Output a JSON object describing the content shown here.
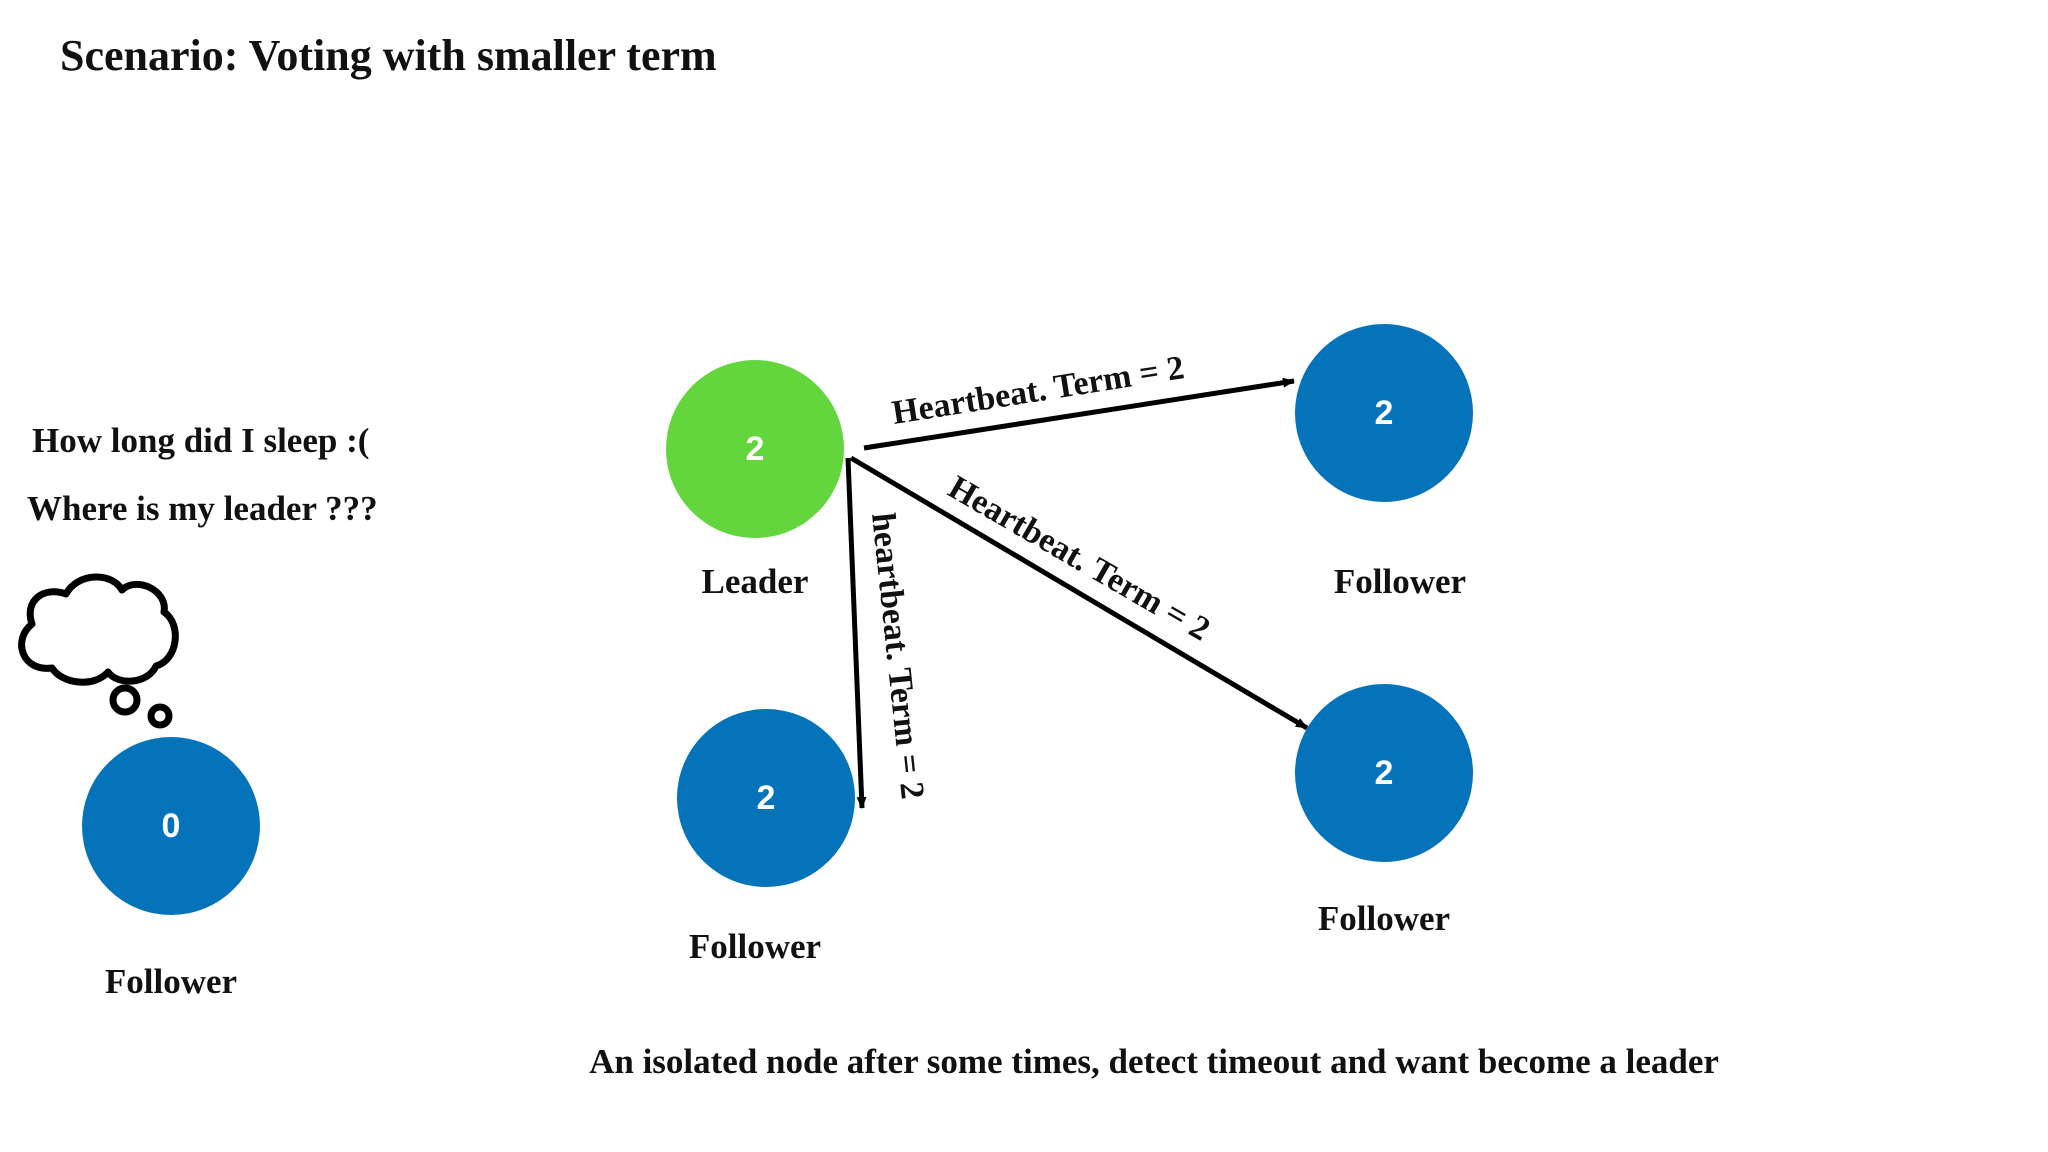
{
  "title": "Scenario: Voting with smaller term",
  "thought": {
    "line1": "How long did I sleep :(",
    "line2": "Where is my leader ???",
    "icon": "thought-bubble-icon"
  },
  "colors": {
    "leader": "#62d63c",
    "follower": "#0473b9",
    "text": "#111111",
    "arrow": "#000000"
  },
  "nodes": {
    "leader": {
      "term": "2",
      "role": "Leader"
    },
    "follower_top_right": {
      "term": "2",
      "role": "Follower"
    },
    "follower_bottom_center": {
      "term": "2",
      "role": "Follower"
    },
    "follower_bottom_right": {
      "term": "2",
      "role": "Follower"
    },
    "isolated": {
      "term": "0",
      "role": "Follower"
    }
  },
  "messages": {
    "to_top_right": "Heartbeat. Term = 2",
    "to_bottom_right": "Heartbeat. Term = 2",
    "to_bottom_center": "heartbeat. Term = 2"
  },
  "caption": "An isolated node after some times, detect timeout and want become a leader"
}
